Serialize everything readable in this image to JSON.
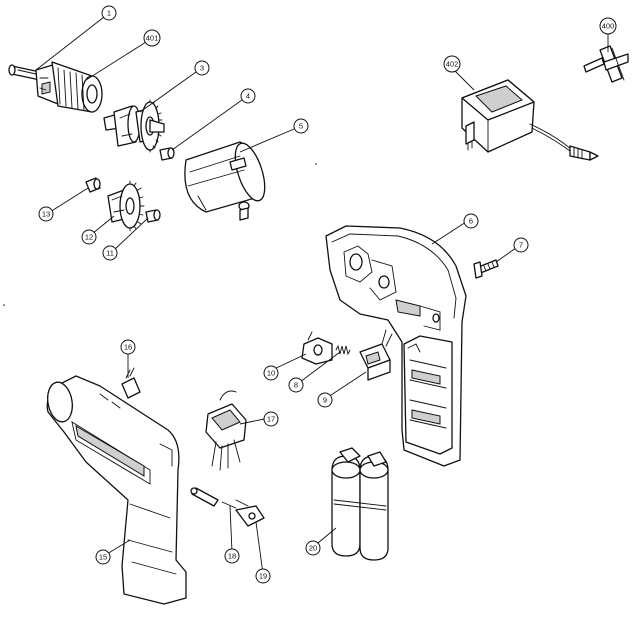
{
  "callouts": {
    "c1": "1",
    "c401": "401",
    "c3": "3",
    "c4": "4",
    "c5": "5",
    "c402": "402",
    "c400": "400",
    "c6": "6",
    "c7": "7",
    "c13": "13",
    "c12": "12",
    "c11": "11",
    "c16": "16",
    "c10": "10",
    "c8": "8",
    "c9": "9",
    "c17": "17",
    "c15": "15",
    "c18": "18",
    "c19": "19",
    "c20": "20"
  }
}
